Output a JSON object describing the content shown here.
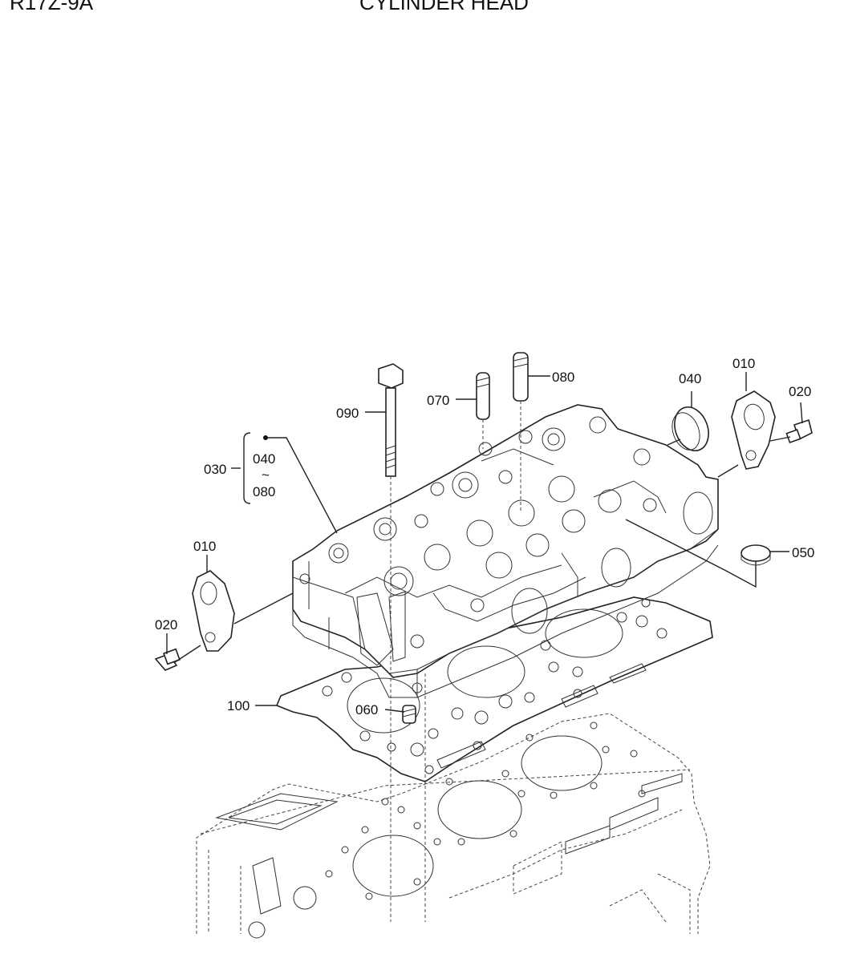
{
  "header": {
    "model": "R17Z-9A",
    "title": "CYLINDER HEAD"
  },
  "callouts": {
    "c010_right": "010",
    "c020_right": "020",
    "c040": "040",
    "c050": "050",
    "c070": "070",
    "c080": "080",
    "c090": "090",
    "c030": "030",
    "c030_from": "040",
    "c030_sep": "~",
    "c030_to": "080",
    "c010_left": "010",
    "c020_left": "020",
    "c100": "100",
    "c060": "060"
  }
}
